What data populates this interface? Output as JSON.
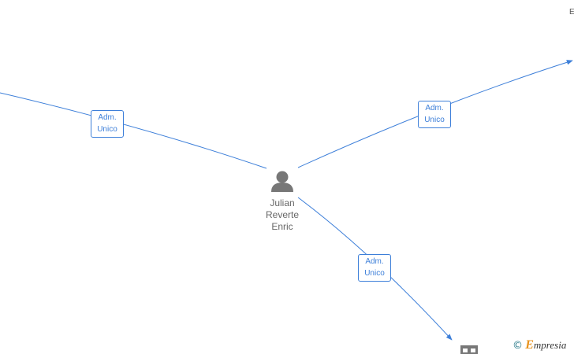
{
  "center_person": {
    "name_lines": [
      "Julian",
      "Reverte",
      "Enric"
    ],
    "icon": "person-icon"
  },
  "edges": [
    {
      "id": "left",
      "label_lines": [
        "Adm.",
        "Unico"
      ]
    },
    {
      "id": "top-right",
      "label_lines": [
        "Adm.",
        "Unico"
      ]
    },
    {
      "id": "bottom-right",
      "label_lines": [
        "Adm.",
        "Unico"
      ]
    }
  ],
  "corner_letter": "E",
  "bottom_node_icon": "building-icon",
  "watermark": {
    "copyright": "©",
    "first_letter": "E",
    "rest": "mpresia"
  },
  "colors": {
    "edge": "#3d7fd9",
    "person_icon": "#777777",
    "label_text": "#3d7fd9",
    "name_text": "#666666"
  }
}
